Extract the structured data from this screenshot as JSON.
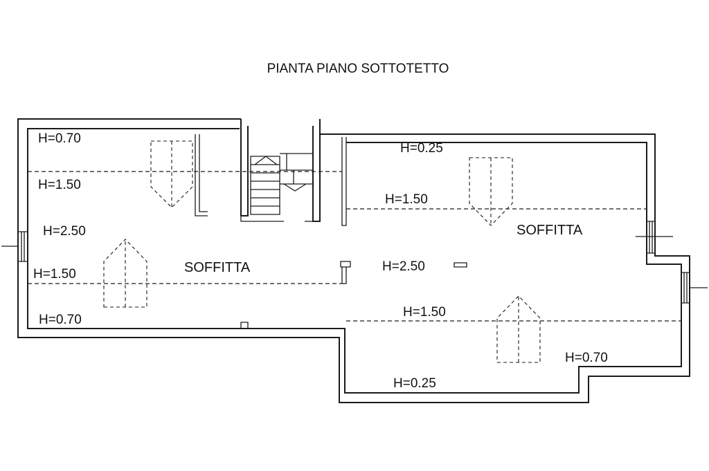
{
  "title": "PIANTA PIANO SOTTOTETTO",
  "rooms": {
    "left": "SOFFITTA",
    "right": "SOFFITTA"
  },
  "heights": {
    "left_top": "H=0.70",
    "left_150_upper": "H=1.50",
    "left_250": "H=2.50",
    "left_150_lower": "H=1.50",
    "left_bottom": "H=0.70",
    "right_top": "H=0.25",
    "right_150_upper": "H=1.50",
    "right_250": "H=2.50",
    "right_150_lower": "H=1.50",
    "right_070": "H=0.70",
    "right_bottom": "H=0.25"
  }
}
